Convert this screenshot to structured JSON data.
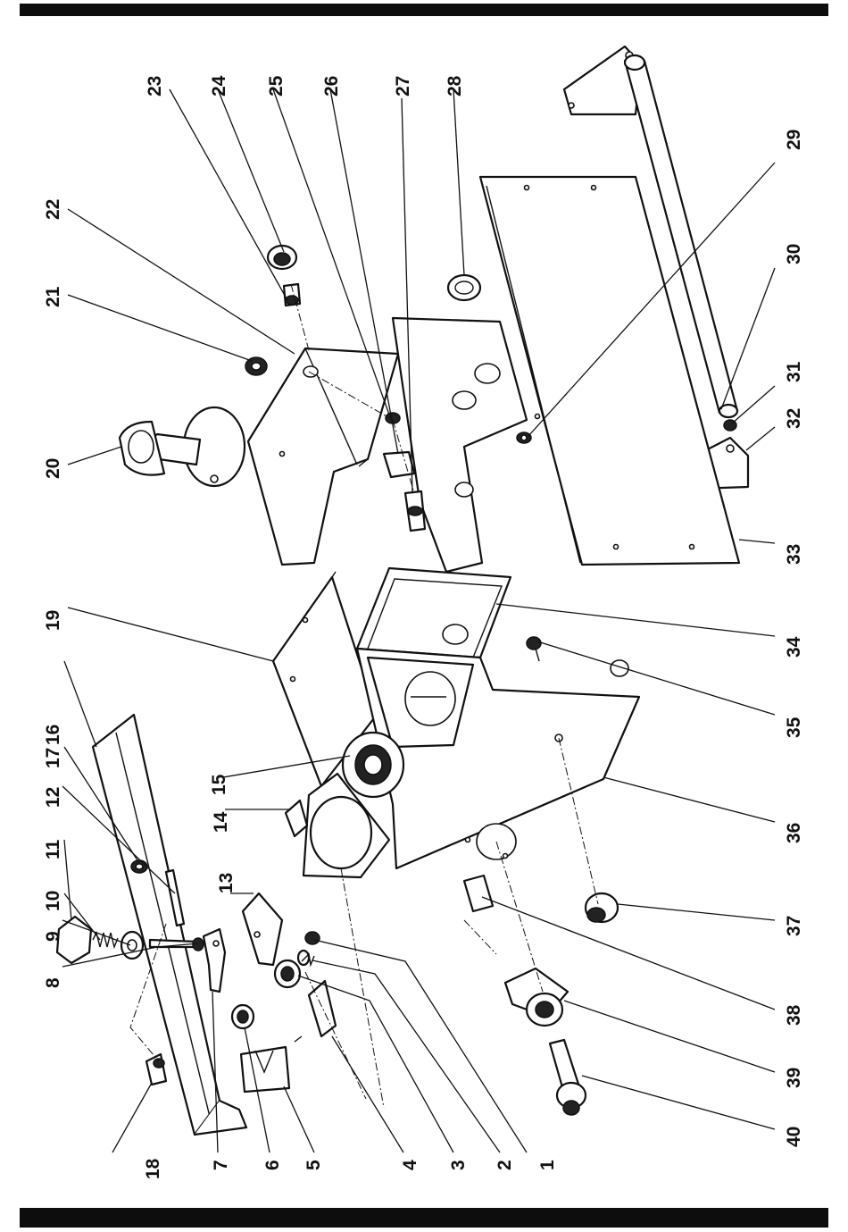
{
  "callouts": [
    {
      "id": "1",
      "label": "1"
    },
    {
      "id": "2",
      "label": "2"
    },
    {
      "id": "3",
      "label": "3"
    },
    {
      "id": "4",
      "label": "4"
    },
    {
      "id": "5",
      "label": "5"
    },
    {
      "id": "6",
      "label": "6"
    },
    {
      "id": "7",
      "label": "7"
    },
    {
      "id": "8",
      "label": "8"
    },
    {
      "id": "9",
      "label": "9"
    },
    {
      "id": "10",
      "label": "10"
    },
    {
      "id": "11",
      "label": "11"
    },
    {
      "id": "12",
      "label": "12"
    },
    {
      "id": "13",
      "label": "13"
    },
    {
      "id": "14",
      "label": "14"
    },
    {
      "id": "15",
      "label": "15"
    },
    {
      "id": "16",
      "label": "16"
    },
    {
      "id": "17",
      "label": "17"
    },
    {
      "id": "18",
      "label": "18"
    },
    {
      "id": "19",
      "label": "19"
    },
    {
      "id": "20",
      "label": "20"
    },
    {
      "id": "21",
      "label": "21"
    },
    {
      "id": "22",
      "label": "22"
    },
    {
      "id": "23",
      "label": "23"
    },
    {
      "id": "24",
      "label": "24"
    },
    {
      "id": "25",
      "label": "25"
    },
    {
      "id": "26",
      "label": "26"
    },
    {
      "id": "27",
      "label": "27"
    },
    {
      "id": "28",
      "label": "28"
    },
    {
      "id": "29",
      "label": "29"
    },
    {
      "id": "30",
      "label": "30"
    },
    {
      "id": "31",
      "label": "31"
    },
    {
      "id": "32",
      "label": "32"
    },
    {
      "id": "33",
      "label": "33"
    },
    {
      "id": "34",
      "label": "34"
    },
    {
      "id": "35",
      "label": "35"
    },
    {
      "id": "36",
      "label": "36"
    },
    {
      "id": "37",
      "label": "37"
    },
    {
      "id": "38",
      "label": "38"
    },
    {
      "id": "39",
      "label": "39"
    },
    {
      "id": "40",
      "label": "40"
    }
  ]
}
